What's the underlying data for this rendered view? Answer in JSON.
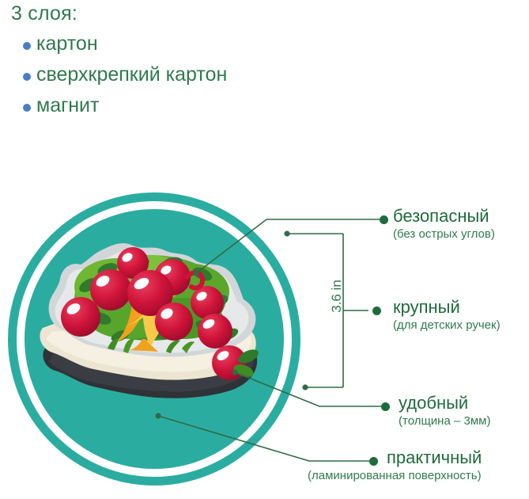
{
  "header": {
    "title": "3 слоя:",
    "items": [
      {
        "label": "картон"
      },
      {
        "label": "сверхкрепкий картон"
      },
      {
        "label": "магнит"
      }
    ]
  },
  "product": {
    "illustration_name": "apple-tree-magnet",
    "layers": [
      {
        "name": "top-laminated-cardboard",
        "color": "#cfd2d4"
      },
      {
        "name": "middle-extra-strong-cardboard",
        "color": "#ece5d1"
      },
      {
        "name": "bottom-magnet",
        "color": "#33363a"
      }
    ],
    "apples_color": "#cf1235",
    "foliage_color": "#4f9c2b",
    "trunk_color": "#f5a623"
  },
  "dimension": {
    "value": "3.6 in"
  },
  "callouts": [
    {
      "title": "безопасный",
      "subtitle": "(без острых углов)"
    },
    {
      "title": "крупный",
      "subtitle": "(для детских ручек)"
    },
    {
      "title": "удобный",
      "subtitle": "(толщина – 3мм)"
    },
    {
      "title": "практичный",
      "subtitle": "(ламинированная поверхность)"
    }
  ],
  "colors": {
    "teal": "#2aada0",
    "green_text": "#2f7a4d",
    "dark_green": "#1e6b3a",
    "blue_bullet": "#4a7ec4",
    "background": "#ffffff"
  }
}
